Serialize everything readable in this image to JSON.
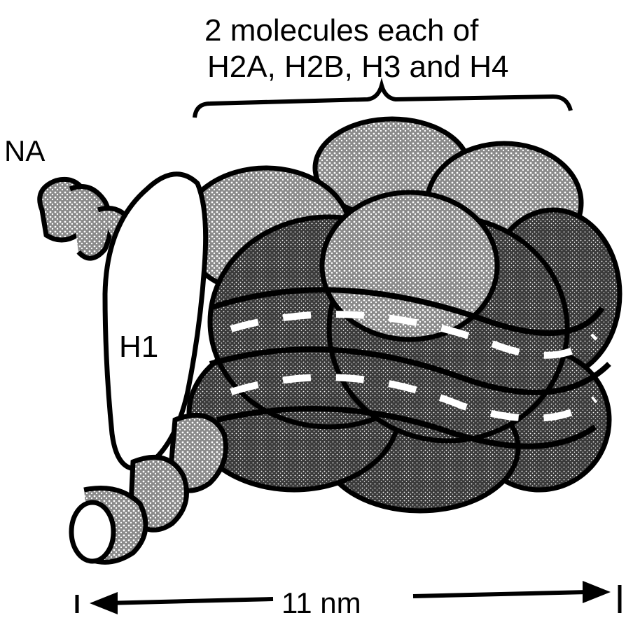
{
  "labels": {
    "histone_caption_line1": "2 molecules each of",
    "histone_caption_line2": "H2A, H2B, H3 and H4",
    "dna_label": "NA",
    "linker_histone_label": "H1",
    "scale_label": "11 nm"
  },
  "colors": {
    "ink": "#000000",
    "paper": "#ffffff",
    "shade": "#1a1a1a"
  }
}
